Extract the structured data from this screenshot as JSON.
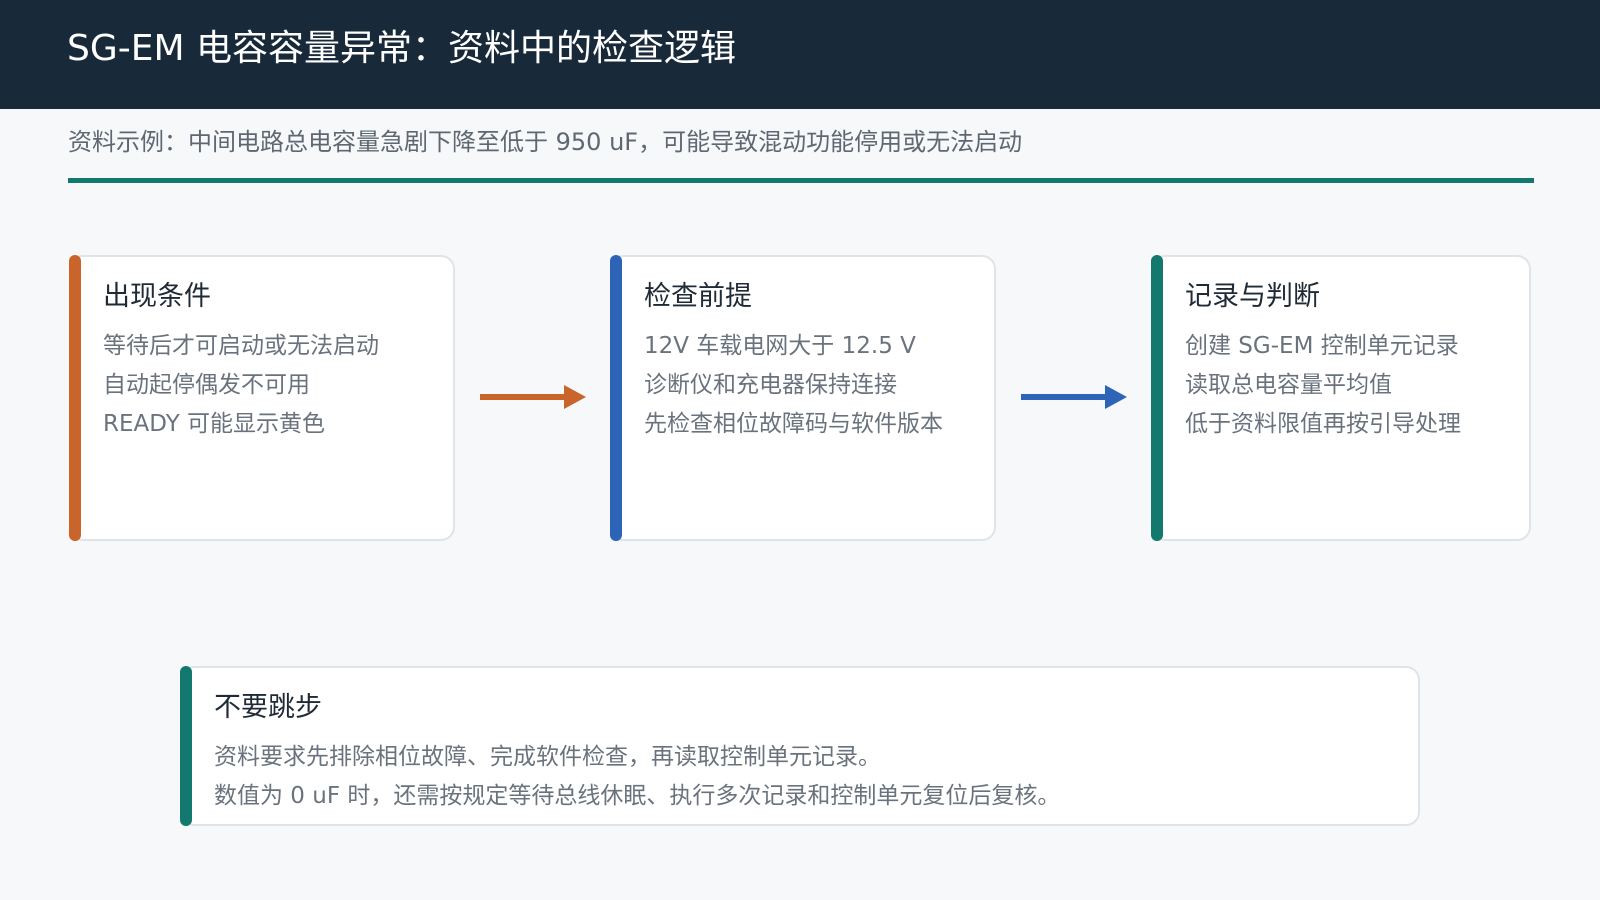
{
  "header": {
    "title": "SG-EM 电容容量异常：资料中的检查逻辑"
  },
  "subtitle": "资料示例：中间电路总电容量急剧下降至低于 950 uF，可能导致混动功能停用或无法启动",
  "colors": {
    "header_bg": "#18293a",
    "accent_teal": "#13786d",
    "accent_orange": "#c9642a",
    "accent_blue": "#2e64b8"
  },
  "steps": [
    {
      "title": "出现条件",
      "lines": [
        "等待后才可启动或无法启动",
        "自动起停偶发不可用",
        "READY 可能显示黄色"
      ],
      "accent": "#c9642a"
    },
    {
      "title": "检查前提",
      "lines": [
        "12V 车载电网大于 12.5 V",
        "诊断仪和充电器保持连接",
        "先检查相位故障码与软件版本"
      ],
      "accent": "#2e64b8"
    },
    {
      "title": "记录与判断",
      "lines": [
        "创建 SG-EM 控制单元记录",
        "读取总电容量平均值",
        "低于资料限值再按引导处理"
      ],
      "accent": "#13786d"
    }
  ],
  "note": {
    "title": "不要跳步",
    "lines": [
      "资料要求先排除相位故障、完成软件检查，再读取控制单元记录。",
      "数值为 0 uF 时，还需按规定等待总线休眠、执行多次记录和控制单元复位后复核。"
    ],
    "accent": "#13786d"
  }
}
